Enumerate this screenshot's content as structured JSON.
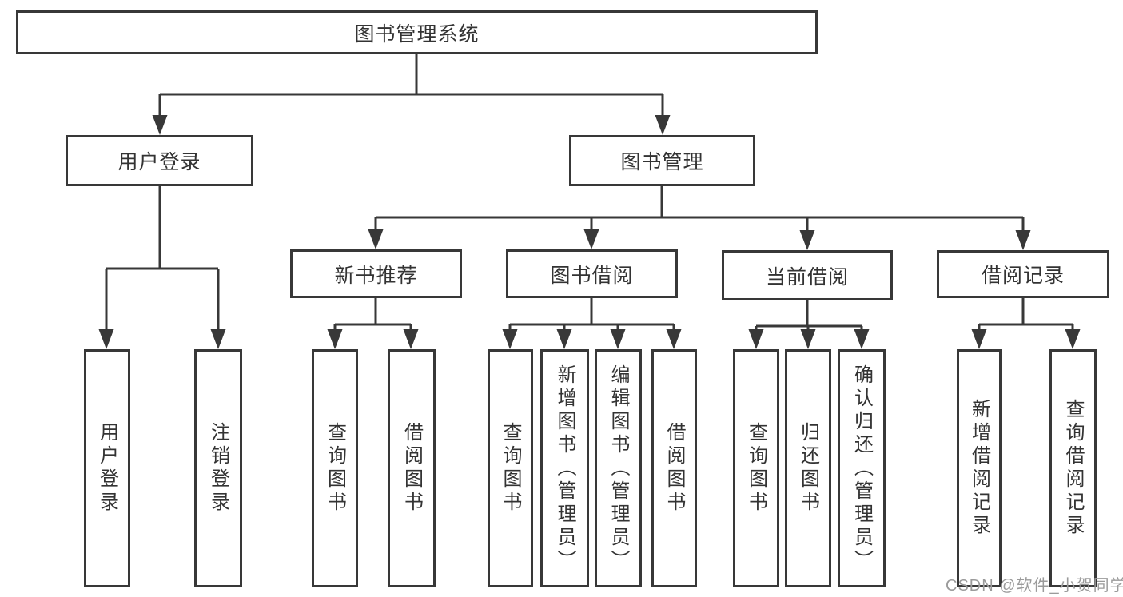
{
  "diagram": {
    "root": {
      "label": "图书管理系统"
    },
    "branches": [
      {
        "label": "用户登录",
        "children": [
          {
            "label": "用户登录"
          },
          {
            "label": "注销登录"
          }
        ]
      },
      {
        "label": "图书管理",
        "children": [
          {
            "label": "新书推荐",
            "children": [
              {
                "label": "查询图书"
              },
              {
                "label": "借阅图书"
              }
            ]
          },
          {
            "label": "图书借阅",
            "children": [
              {
                "label": "查询图书"
              },
              {
                "label": "新增图书（管理员）"
              },
              {
                "label": "编辑图书（管理员）"
              },
              {
                "label": "借阅图书"
              }
            ]
          },
          {
            "label": "当前借阅",
            "children": [
              {
                "label": "查询图书"
              },
              {
                "label": "归还图书"
              },
              {
                "label": "确认归还（管理员）"
              }
            ]
          },
          {
            "label": "借阅记录",
            "children": [
              {
                "label": "新增借阅记录"
              },
              {
                "label": "查询借阅记录"
              }
            ]
          }
        ]
      }
    ]
  },
  "watermark": {
    "text": "CSDN @软件_小贺同学"
  },
  "colors": {
    "line": "#383838",
    "text": "#333333",
    "watermark": "#9b9b9b",
    "background": "#ffffff"
  }
}
